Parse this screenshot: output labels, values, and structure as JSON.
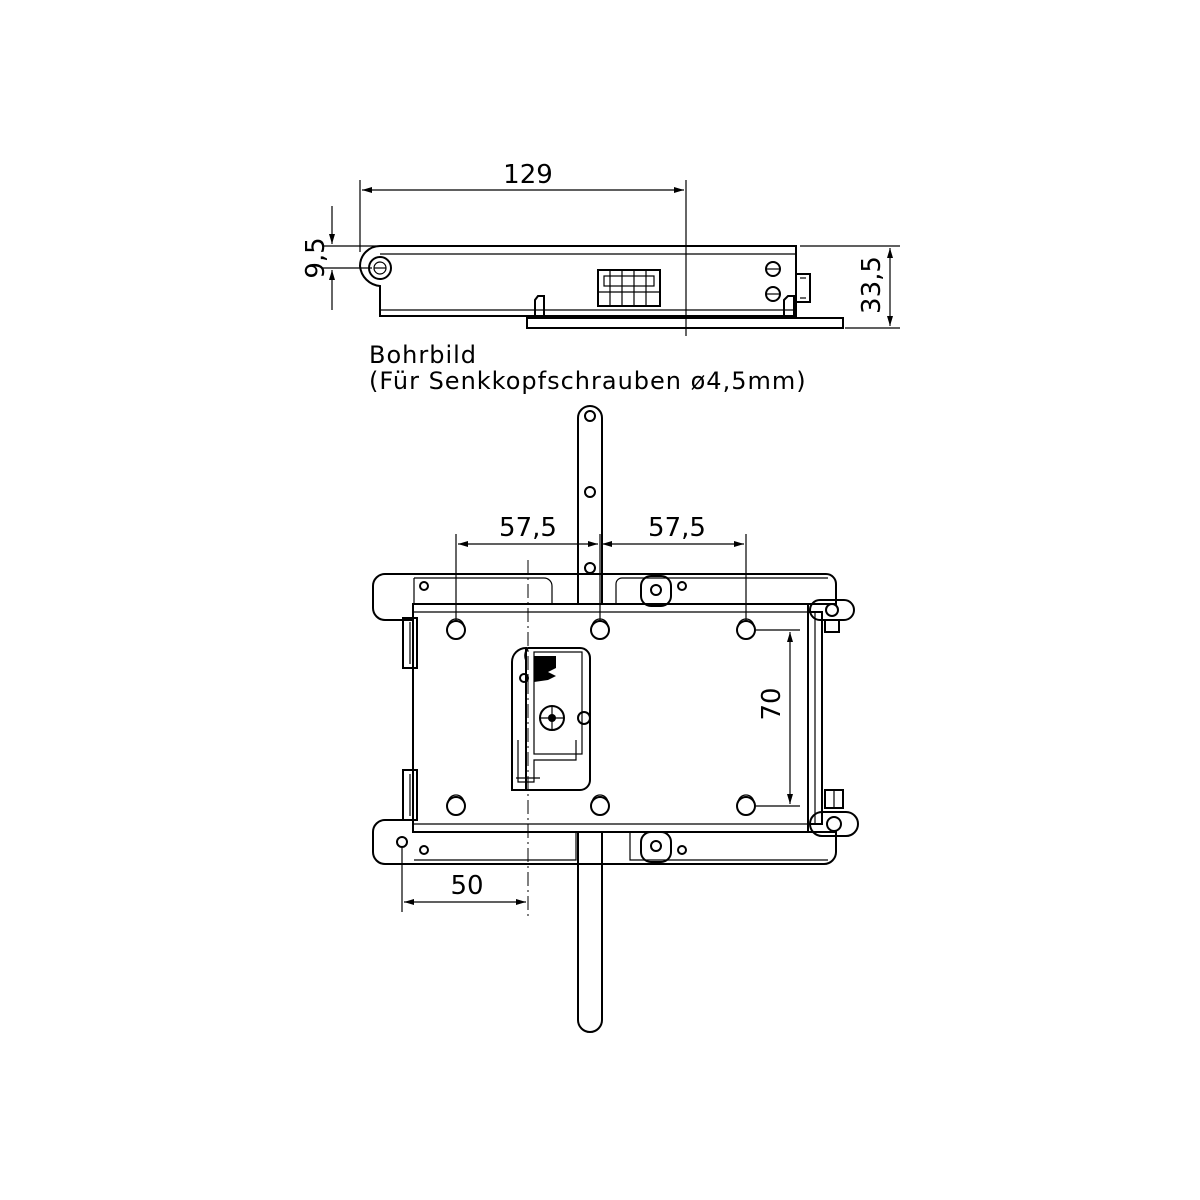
{
  "side_view": {
    "dim_length": "129",
    "dim_pivot_offset": "9,5",
    "dim_height": "33,5"
  },
  "note": {
    "line1": "Bohrbild",
    "line2": "(Für Senkkopfschrauben ø4,5mm)"
  },
  "top_view": {
    "dim_left_spacing": "57,5",
    "dim_right_spacing": "57,5",
    "dim_vertical_spacing": "70",
    "dim_edge_offset": "50"
  }
}
